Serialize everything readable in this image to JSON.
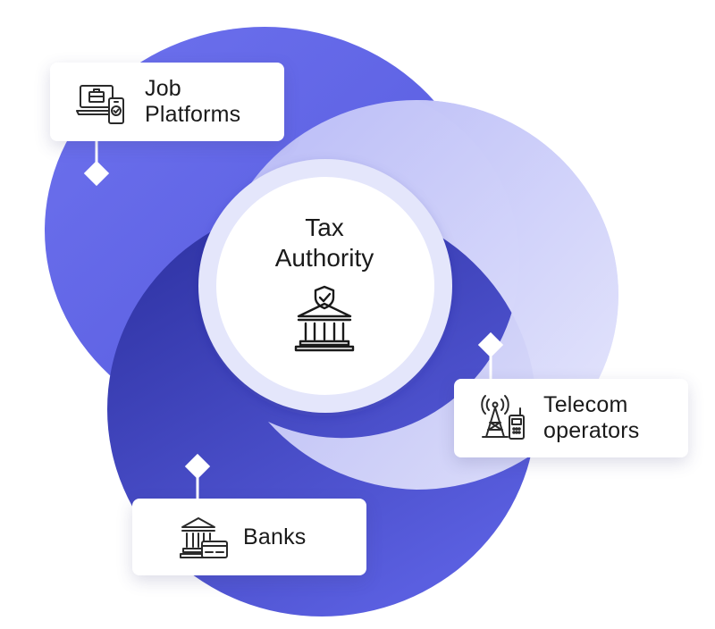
{
  "center": {
    "title": "Tax\nAuthority",
    "icon": "government-building-shield-icon"
  },
  "nodes": [
    {
      "id": "job",
      "label": "Job\nPlatforms",
      "icon": "laptop-briefcase-phone-icon"
    },
    {
      "id": "telecom",
      "label": "Telecom\noperators",
      "icon": "cell-tower-phone-icon"
    },
    {
      "id": "banks",
      "label": "Banks",
      "icon": "bank-card-icon"
    }
  ],
  "colors": {
    "circle_top": "#5f63e6",
    "circle_right": "#c9caf8",
    "circle_bottom": "#3a3fc0",
    "center_ring": "#e4e6fb",
    "center_fill": "#ffffff"
  }
}
